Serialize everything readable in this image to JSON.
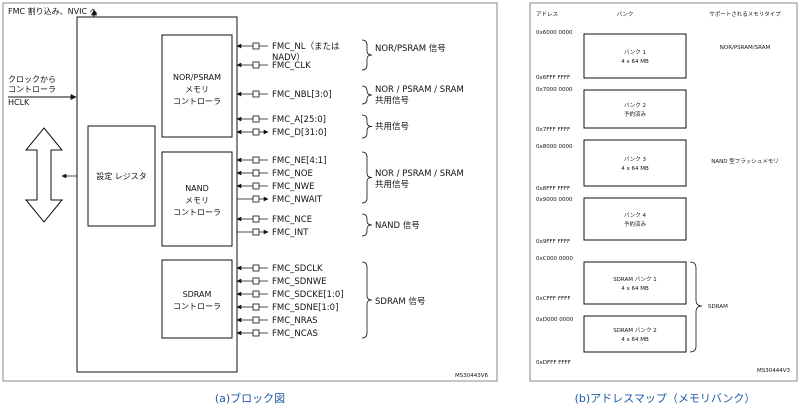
{
  "left": {
    "fmc_irq": "FMC 割り込み、NVIC へ",
    "clock_lines": [
      "クロックから",
      "コントローラ"
    ],
    "hclk": "HCLK",
    "config_register": "設定 レジスタ",
    "nor_controller": [
      "NOR/PSRAM",
      "メモリ",
      "コントローラ"
    ],
    "nand_controller": [
      "NAND",
      "メモリ",
      "コントローラ"
    ],
    "sdram_controller": [
      "SDRAM",
      "コントローラ"
    ],
    "signals": [
      [
        "FMC_NL（または",
        "NADV）"
      ],
      [
        "FMC_CLK"
      ],
      [
        "FMC_NBL[3:0]"
      ],
      [
        "FMC_A[25:0]"
      ],
      [
        "FMC_D[31:0]"
      ],
      [
        "FMC_NE[4:1]"
      ],
      [
        "FMC_NOE"
      ],
      [
        "FMC_NWE"
      ],
      [
        "FMC_NWAIT"
      ],
      [
        "FMC_NCE"
      ],
      [
        "FMC_INT"
      ],
      [
        "FMC_SDCLK"
      ],
      [
        "FMC_SDNWE"
      ],
      [
        "FMC_SDCKE[1:0]"
      ],
      [
        "FMC_SDNE[1:0]"
      ],
      [
        "FMC_NRAS"
      ],
      [
        "FMC_NCAS"
      ]
    ],
    "groups": [
      [
        "NOR/PSRAM 信号"
      ],
      [
        "NOR / PSRAM / SRAM",
        "共用信号"
      ],
      [
        "共用信号"
      ],
      [
        "NOR / PSRAM / SRAM",
        "共用信号"
      ],
      [
        "NAND 信号"
      ],
      [
        "SDRAM 信号"
      ]
    ],
    "code": "MS30443V6",
    "caption": "(a)ブロック図"
  },
  "right": {
    "headers": [
      "アドレス",
      "バンク",
      "サポートされるメモリタイプ"
    ],
    "addresses": [
      "0x6000 0000",
      "0x6FFF FFFF",
      "0x7000 0000",
      "0x7FFF FFFF",
      "0x8000 0000",
      "0x8FFF FFFF",
      "0x9000 0000",
      "0x9FFF FFFF",
      "0xC000 0000",
      "0xCFFF FFFF",
      "0xD000 0000",
      "0xDFFF FFFF"
    ],
    "banks": [
      [
        "バンク 1",
        "4 x 64 MB"
      ],
      [
        "バンク 2",
        "予約済み"
      ],
      [
        "バンク 3",
        "4 x 64 MB"
      ],
      [
        "バンク 4",
        "予約済み"
      ],
      [
        "SDRAM バンク 1",
        "4 x 64 MB"
      ],
      [
        "SDRAM バンク 2",
        "4 x 64 MB"
      ]
    ],
    "types": [
      "NOR/PSRAM/SRAM",
      "NAND 型フラッシュメモリ",
      "SDRAM"
    ],
    "code": "MS30444V3",
    "caption": "(b)アドレスマップ（メモリバンク）"
  }
}
